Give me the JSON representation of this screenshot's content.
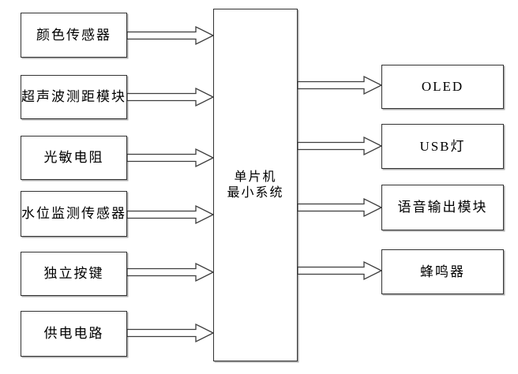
{
  "diagram": {
    "title": "MCU minimal system block diagram",
    "colors": {
      "background": "#ffffff",
      "box_border": "#333333",
      "box_shadow": "#aeaeae",
      "text": "#000000",
      "arrow_outline": "#3d3d3d",
      "arrow_fill": "#ffffff"
    },
    "center_unit": {
      "lines": [
        "单片机",
        "最小系统"
      ]
    },
    "left_modules": [
      "颜色传感器",
      "超声波测距模块",
      "光敏电阻",
      "水位监测传感器",
      "独立按键",
      "供电电路"
    ],
    "right_modules": [
      "OLED",
      "USB灯",
      "语音输出模块",
      "蜂鸣器"
    ]
  }
}
